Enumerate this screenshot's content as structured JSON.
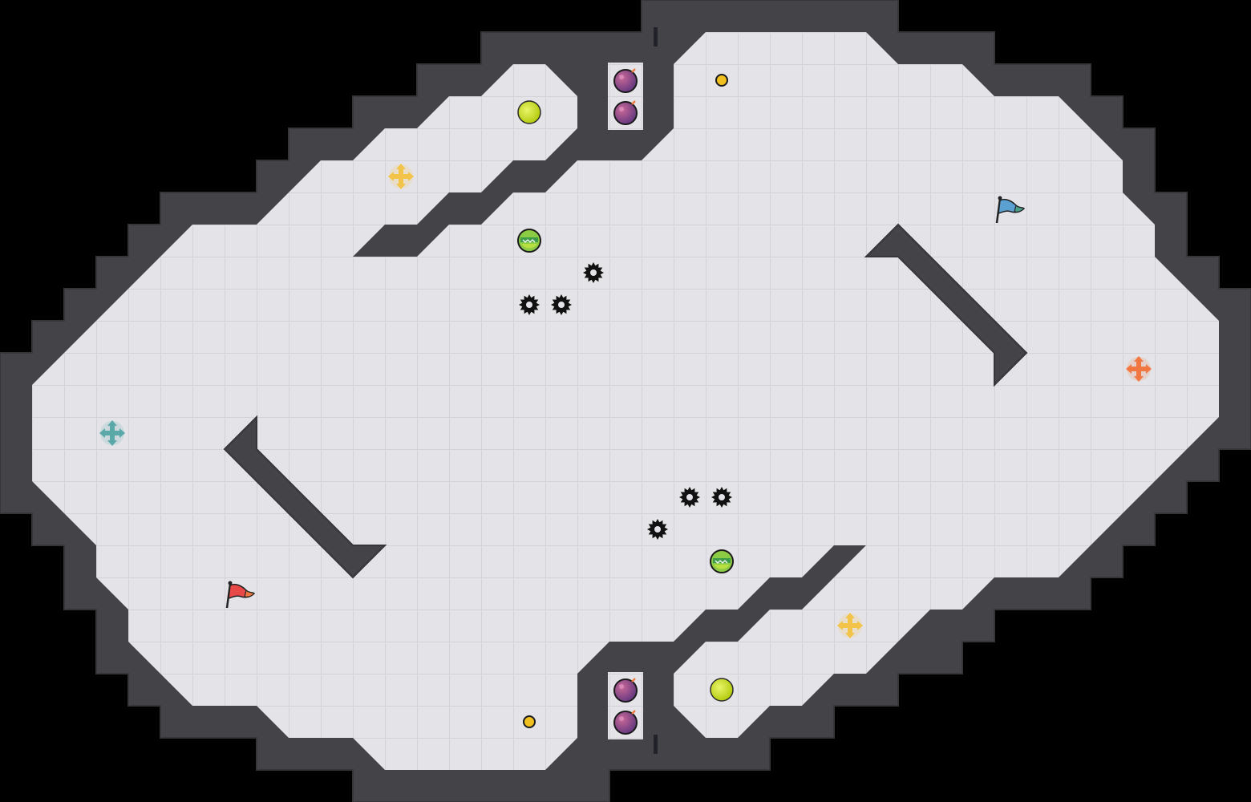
{
  "colors": {
    "background": "#000000",
    "wall": "#444448",
    "wall_edge": "#36363a",
    "floor": "#e4e4e8",
    "grid_line": "#d2d2d8",
    "team_red": "#e84848",
    "team_blue": "#5aa0d0",
    "spawn_teal": "#5aa8a8",
    "spawn_orange": "#f07840",
    "spawn_yellow": "#f4c44a",
    "powerup_lime": "#c8e020",
    "powerup_stripe": "#3c9c48",
    "bomb_purple": "#a04888",
    "spike_black": "#111111",
    "coin_gold": "#f0c020"
  },
  "map": {
    "objects": [
      {
        "type": "flag",
        "team": "red",
        "icon": "red-flag-icon"
      },
      {
        "type": "flag",
        "team": "blue",
        "icon": "blue-flag-icon"
      },
      {
        "type": "spawn",
        "team": "teal",
        "icon": "teal-spawn-icon"
      },
      {
        "type": "spawn",
        "team": "orange",
        "icon": "orange-spawn-icon"
      },
      {
        "type": "spawn",
        "team": "yellow",
        "icon": "yellow-spawn-icon"
      },
      {
        "type": "spawn",
        "team": "yellow",
        "icon": "yellow-spawn-icon"
      },
      {
        "type": "powerup",
        "kind": "lime",
        "icon": "lime-powerup-icon"
      },
      {
        "type": "powerup",
        "kind": "lime",
        "icon": "lime-powerup-icon"
      },
      {
        "type": "powerup",
        "kind": "striped",
        "icon": "striped-powerup-icon"
      },
      {
        "type": "powerup",
        "kind": "striped",
        "icon": "striped-powerup-icon"
      },
      {
        "type": "bomb",
        "icon": "bomb-icon"
      },
      {
        "type": "bomb",
        "icon": "bomb-icon"
      },
      {
        "type": "bomb",
        "icon": "bomb-icon"
      },
      {
        "type": "bomb",
        "icon": "bomb-icon"
      },
      {
        "type": "spike",
        "icon": "spike-icon"
      },
      {
        "type": "spike",
        "icon": "spike-icon"
      },
      {
        "type": "spike",
        "icon": "spike-icon"
      },
      {
        "type": "spike",
        "icon": "spike-icon"
      },
      {
        "type": "spike",
        "icon": "spike-icon"
      },
      {
        "type": "spike",
        "icon": "spike-icon"
      },
      {
        "type": "coin",
        "icon": "coin-icon"
      },
      {
        "type": "coin",
        "icon": "coin-icon"
      }
    ]
  }
}
